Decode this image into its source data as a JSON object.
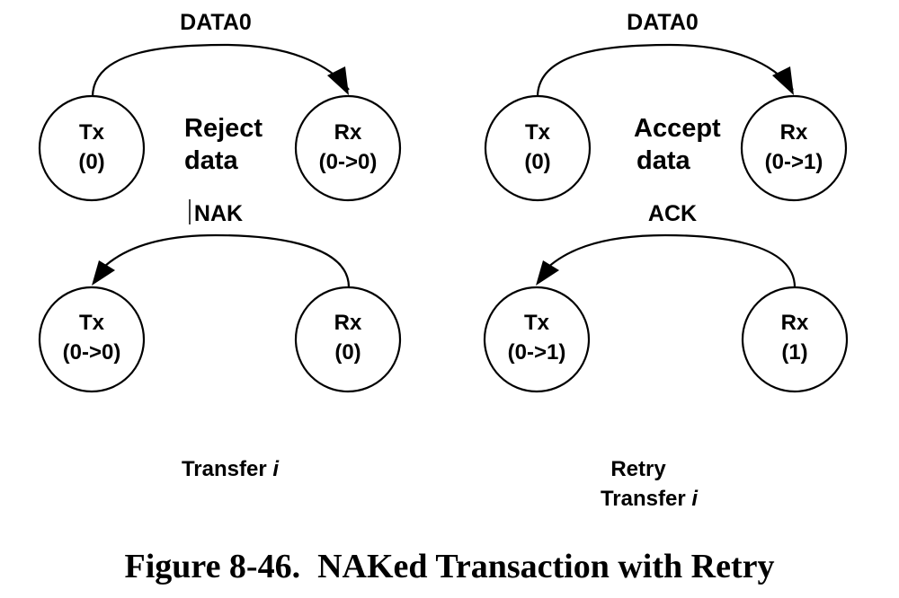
{
  "left_panel": {
    "top": {
      "tx": {
        "name": "Tx",
        "state": "(0)"
      },
      "rx": {
        "name": "Rx",
        "state": "(0->0)"
      },
      "arc_label": "DATA0",
      "middle_label_1": "Reject",
      "middle_label_2": "data"
    },
    "bottom": {
      "tx": {
        "name": "Tx",
        "state": "(0->0)"
      },
      "rx": {
        "name": "Rx",
        "state": "(0)"
      },
      "arc_label": "NAK"
    },
    "caption_text": "Transfer ",
    "caption_italic": "i"
  },
  "right_panel": {
    "top": {
      "tx": {
        "name": "Tx",
        "state": "(0)"
      },
      "rx": {
        "name": "Rx",
        "state": "(0->1)"
      },
      "arc_label": "DATA0",
      "middle_label_1": "Accept",
      "middle_label_2": "data"
    },
    "bottom": {
      "tx": {
        "name": "Tx",
        "state": "(0->1)"
      },
      "rx": {
        "name": "Rx",
        "state": "(1)"
      },
      "arc_label": "ACK"
    },
    "caption_line_1": "Retry",
    "caption_text": "Transfer ",
    "caption_italic": "i"
  },
  "figure_caption": "Figure 8-46.  NAKed Transaction with Retry"
}
